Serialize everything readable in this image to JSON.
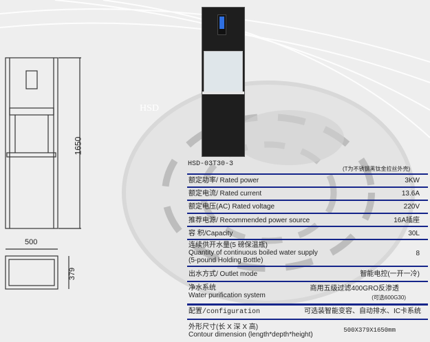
{
  "watermark": "HSD",
  "model": "HSD-03T30-3",
  "note": "(T为不锈钢黑钛金拉丝外壳)",
  "drawing": {
    "height_dim": "1650",
    "width_dim": "500",
    "depth_dim": "379"
  },
  "specs": [
    {
      "label": "额定功率/ Rated power",
      "value": "3KW"
    },
    {
      "label": "额定电流/ Rated current",
      "value": "13.6A"
    },
    {
      "label": "额定电压(AC) Rated voltage",
      "value": "220V"
    },
    {
      "label": "推荐电源/ Recommended power source",
      "value": "16A插座"
    },
    {
      "label": "容 积/Capacity",
      "value": "30L"
    },
    {
      "label": "连续供开水量(5 磅保温瓶)",
      "label2": "Quantity of continuous boiled water supply",
      "label3": "(5-pound Holding Bottle)",
      "value": "8"
    },
    {
      "label": "出水方式/ Outlet mode",
      "value": "智能电控(一开一冷)"
    },
    {
      "label": "净水系统",
      "label2": "Water purification system",
      "value": "商用五级过滤400GRO反渗透",
      "value2": "(可选600G30)"
    },
    {
      "label": "配置/configuration",
      "value": "可选装智能变容、自动排水、IC卡系统"
    },
    {
      "label": "外形尺寸(长 X 深 X 高)",
      "label2": "Contour dimension (length*depth*height)",
      "value": "500X379X1650mm"
    }
  ]
}
